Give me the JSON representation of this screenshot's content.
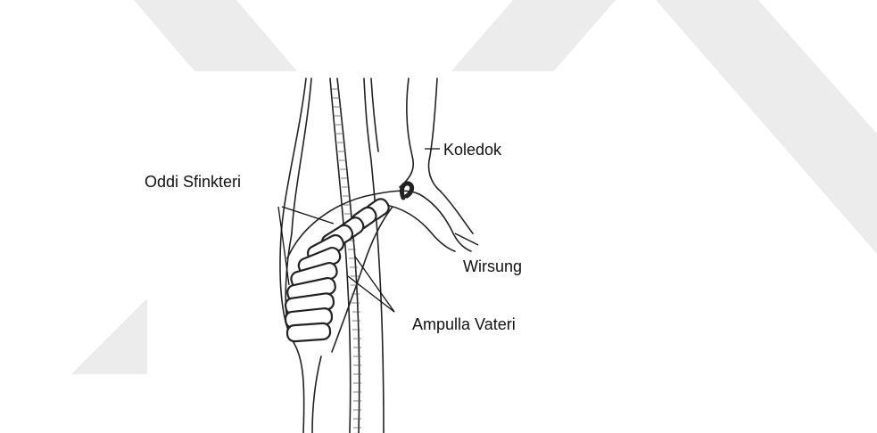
{
  "labels": {
    "koledok": "Koledok",
    "oddi": "Oddi Sfinkteri",
    "wirsung": "Wirsung",
    "ampulla": "Ampulla Vateri"
  },
  "colors": {
    "watermark": "#ececec",
    "ink": "#222222",
    "background": "#ffffff"
  }
}
